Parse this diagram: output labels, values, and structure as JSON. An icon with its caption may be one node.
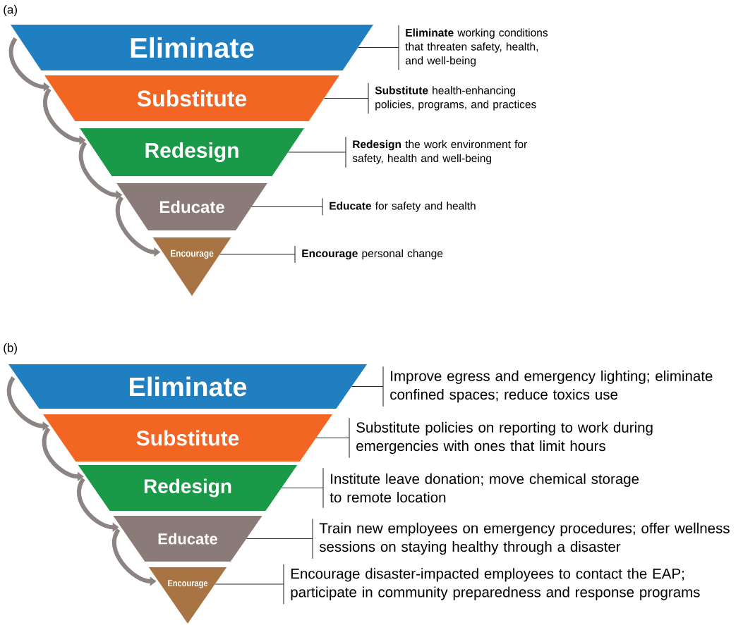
{
  "diagram": {
    "nodes": [
      {
        "text": [
          "Eliminate"
        ]
      },
      {
        "text": [
          "Substitute"
        ]
      },
      {
        "text": [
          "Redesign"
        ]
      },
      {
        "text": [
          "Educate"
        ]
      },
      {
        "text": [
          "Encourage"
        ]
      },
      {
        "text": [
          "**Eliminate** working conditions that threaten safety, health, and well-being"
        ]
      },
      {
        "text": [
          "**Substitute** health-enhancing policies, programs, and practices"
        ]
      },
      {
        "text": [
          "**Redesign** the work environment for safety, health and well-being"
        ]
      },
      {
        "text": [
          "**Educate** for safety and health"
        ]
      },
      {
        "text": [
          "**Encourage** personal change"
        ]
      },
      {
        "text": [
          "Eliminate"
        ]
      },
      {
        "text": [
          "Substitute"
        ]
      },
      {
        "text": [
          "Redesign"
        ]
      },
      {
        "text": [
          "Educate"
        ]
      },
      {
        "text": [
          "Encourage"
        ]
      },
      {
        "text": [
          "Improve egress and emergency lighting; eliminate confined spaces; reduce toxics use"
        ]
      },
      {
        "text": [
          "Substitute policies on reporting to work during emergencies with ones that limit hours"
        ]
      },
      {
        "text": [
          "Institute leave donation; move chemical storage to remote location"
        ]
      },
      {
        "text": [
          "Train new employees on emergency procedures; offer wellness sessions on staying healthy through a disaster"
        ]
      },
      {
        "text": [
          "Encourage disaster-impacted employees to contact the EAP; participate in community preparedness and response programs"
        ]
      }
    ],
    "edges": [
      {
        "from": 0,
        "to": 1,
        "arrow": "to",
        "style": "thick",
        "color": "#8c8482"
      },
      {
        "from": 1,
        "to": 2,
        "arrow": "to",
        "style": "thick",
        "color": "#8c8482"
      },
      {
        "from": 2,
        "to": 3,
        "arrow": "to",
        "style": "thick",
        "color": "#8c8482"
      },
      {
        "from": 3,
        "to": 4,
        "arrow": "to",
        "style": "thick",
        "color": "#8c8482"
      },
      {
        "from": 0,
        "to": 5,
        "arrow": "none"
      },
      {
        "from": 1,
        "to": 6,
        "arrow": "none"
      },
      {
        "from": 2,
        "to": 7,
        "arrow": "none"
      },
      {
        "from": 3,
        "to": 8,
        "arrow": "none"
      },
      {
        "from": 4,
        "to": 9,
        "arrow": "none"
      },
      {
        "from": 10,
        "to": 11,
        "arrow": "to",
        "style": "thick",
        "color": "#8c8482"
      },
      {
        "from": 11,
        "to": 12,
        "arrow": "to",
        "style": "thick",
        "color": "#8c8482"
      },
      {
        "from": 12,
        "to": 13,
        "arrow": "to",
        "style": "thick",
        "color": "#8c8482"
      },
      {
        "from": 13,
        "to": 14,
        "arrow": "to",
        "style": "thick",
        "color": "#8c8482"
      },
      {
        "from": 10,
        "to": 15,
        "arrow": "none"
      },
      {
        "from": 11,
        "to": 16,
        "arrow": "none"
      },
      {
        "from": 12,
        "to": 17,
        "arrow": "none"
      },
      {
        "from": 13,
        "to": 18,
        "arrow": "none"
      },
      {
        "from": 14,
        "to": 19,
        "arrow": "none"
      }
    ],
    "labels": [
      "(a)",
      "(b)"
    ]
  }
}
